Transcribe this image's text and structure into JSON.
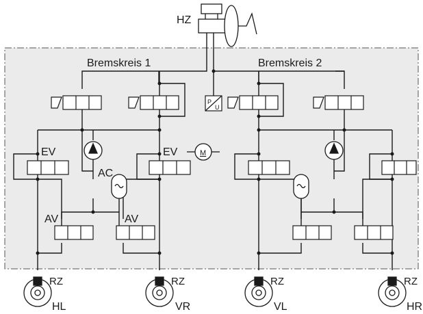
{
  "labels": {
    "master_cylinder": "HZ",
    "circuit_1": "Bremskreis 1",
    "circuit_2": "Bremskreis 2",
    "inlet_valve": "EV",
    "outlet_valve": "AV",
    "accumulator": "AC",
    "wheel_cylinder": "RZ",
    "wheel_hl": "HL",
    "wheel_vr": "VR",
    "wheel_vl": "VL",
    "wheel_hr": "HR",
    "pressure_sensor_top": "P",
    "pressure_sensor_bottom": "U",
    "motor": "M"
  },
  "colors": {
    "line": "#1a1a1a",
    "panel_fill": "#ebebeb",
    "panel_border": "#555555"
  }
}
